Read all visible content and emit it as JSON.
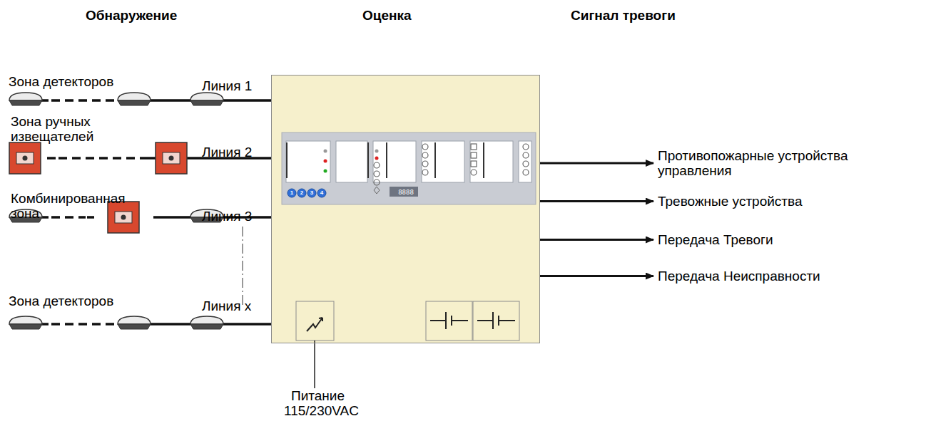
{
  "diagram": {
    "nodes": [
      {
        "text": [
          "8888"
        ]
      },
      {
        "text": [
          "Противопожарные устройства управления"
        ]
      },
      {
        "text": [
          "Тревожные устройства"
        ]
      },
      {
        "text": [
          "Передача Тревоги"
        ]
      },
      {
        "text": [
          "Передача Неисправности"
        ]
      }
    ],
    "edges": [
      {
        "from": 0,
        "to": 1,
        "arrow": "to"
      },
      {
        "from": 0,
        "to": 2,
        "arrow": "to"
      },
      {
        "from": 0,
        "to": 3,
        "arrow": "to"
      },
      {
        "from": 0,
        "to": 4,
        "arrow": "to"
      }
    ],
    "labels": [
      "Обнаружение",
      "Оценка",
      "Сигнал тревоги",
      "Зона детекторов",
      "Линия 1",
      "Зона ручных извещателей",
      "Линия 2",
      "Комбинированная зона",
      "Линия 3",
      "Зона детекторов",
      "Линия x",
      "Питание 115/230VAC",
      "1",
      "2",
      "3",
      "4"
    ]
  }
}
